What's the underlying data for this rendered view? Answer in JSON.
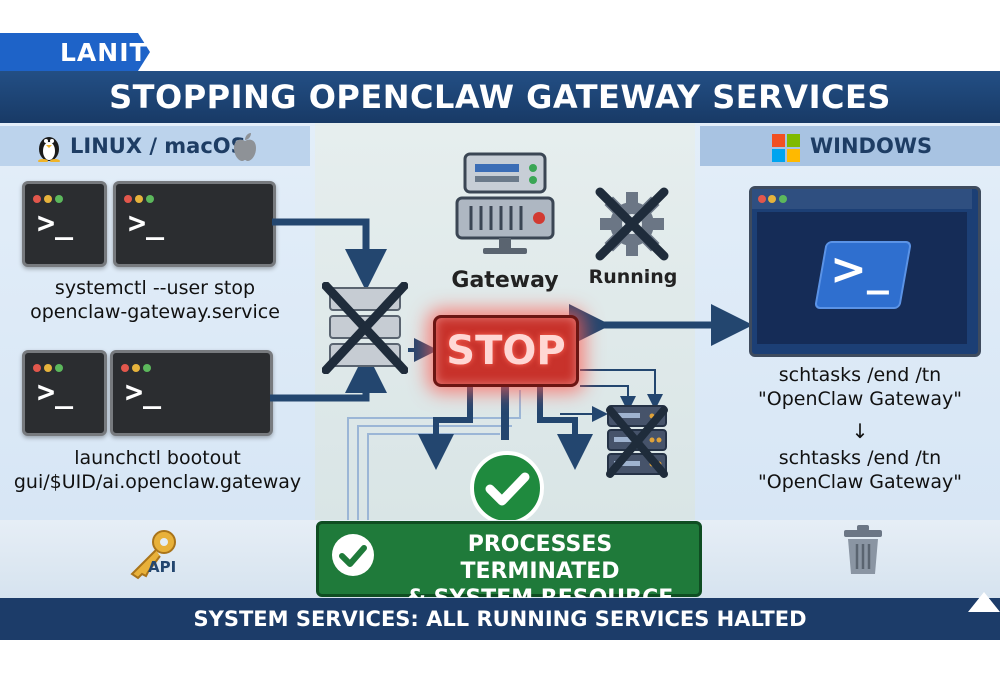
{
  "brand": {
    "logo_text": "LANIT"
  },
  "title": "STOPPING OPENCLAW GATEWAY SERVICES",
  "left_section": {
    "header": "LINUX / macOS",
    "icons": [
      "linux-penguin-icon",
      "apple-icon"
    ],
    "commands": [
      {
        "line1": "systemctl --user stop",
        "line2": "openclaw-gateway.service"
      },
      {
        "line1": "launchctl bootout",
        "line2": "gui/$UID/ai.openclaw.gateway"
      }
    ],
    "prompt": ">_"
  },
  "center": {
    "gateway_label": "Gateway",
    "running_label": "Running",
    "stop_label": "STOP"
  },
  "right_section": {
    "header": "WINDOWS",
    "commands": [
      {
        "line1": "schtasks /end /tn",
        "line2": "\"OpenClaw Gateway\""
      },
      {
        "line1": "schtasks /end /tn",
        "line2": "\"OpenClaw Gateway\""
      }
    ],
    "arrow_glyph": "↓",
    "ps_glyph": ">_"
  },
  "bottom": {
    "api_label": "API",
    "result_line1": "PROCESSES TERMINATED",
    "result_line2": "& SYSTEM RESOURCE FREE"
  },
  "footer": "SYSTEM SERVICES: ALL RUNNING SERVICES HALTED",
  "colors": {
    "banner": "#1c3c69",
    "stop_red": "#c8322b",
    "success_green": "#1f7a3a",
    "arrow_blue": "#23466f",
    "brand_blue": "#1e63c8"
  }
}
